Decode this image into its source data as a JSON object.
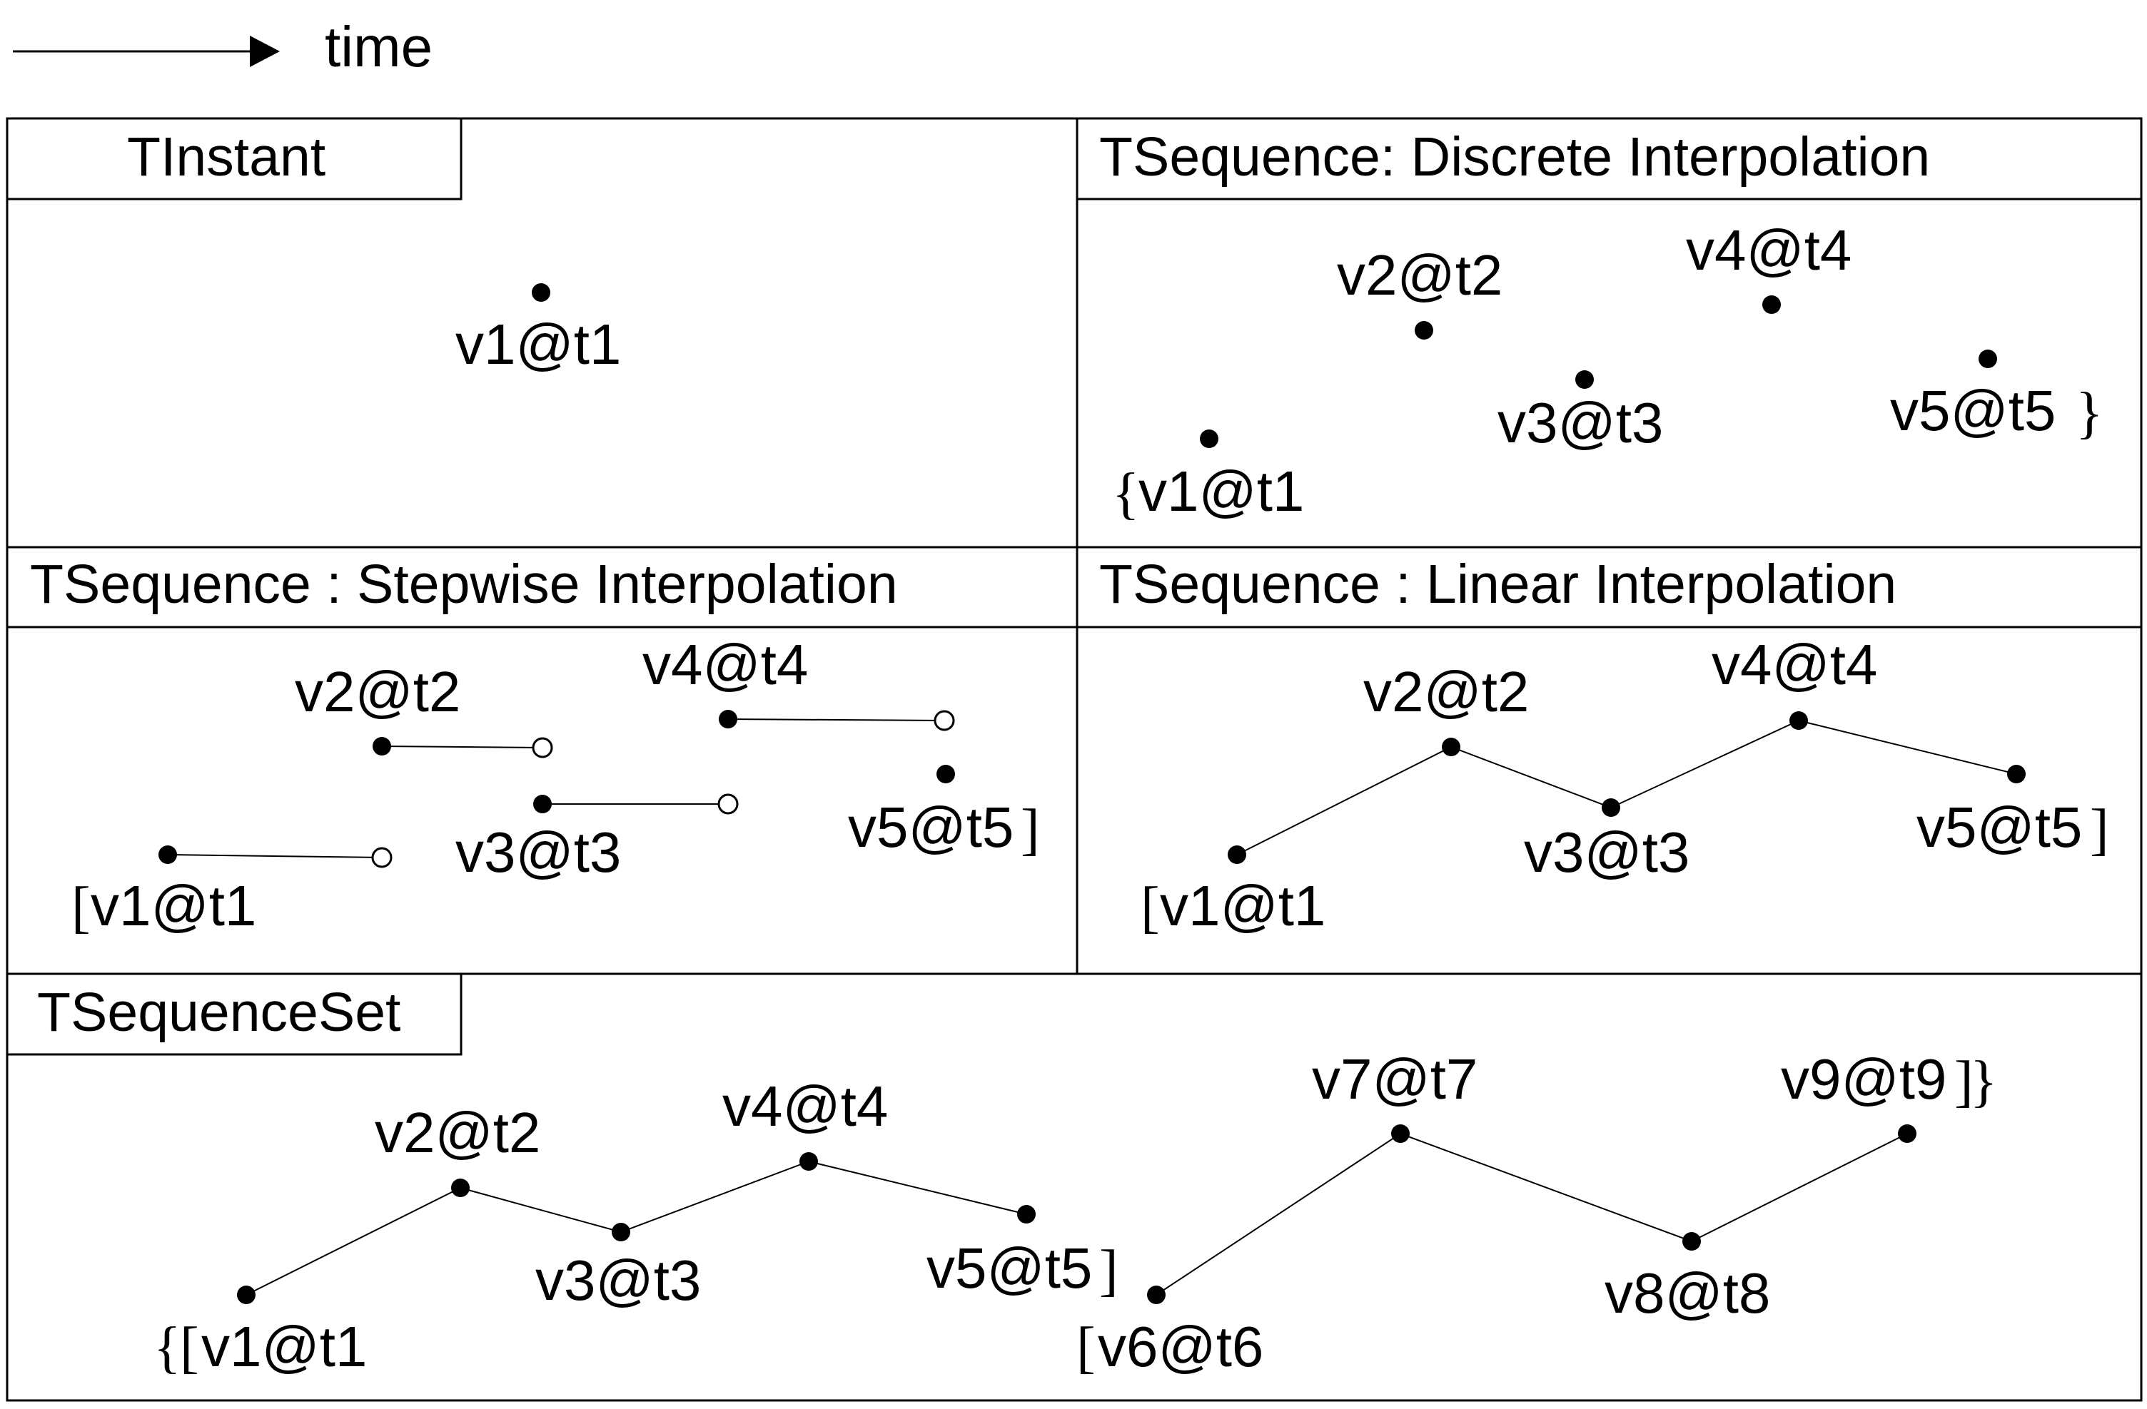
{
  "legend": {
    "label": "time"
  },
  "panels": {
    "tinstant": {
      "title": "TInstant",
      "points": [
        {
          "label": "v1@t1"
        }
      ]
    },
    "discrete": {
      "title": "TSequence: Discrete Interpolation",
      "open_bracket": "{",
      "close_bracket": "}",
      "points": [
        {
          "label": "v1@t1"
        },
        {
          "label": "v2@t2"
        },
        {
          "label": "v3@t3"
        },
        {
          "label": "v4@t4"
        },
        {
          "label": "v5@t5"
        }
      ]
    },
    "stepwise": {
      "title": "TSequence : Stepwise Interpolation",
      "open_bracket": "[",
      "close_bracket": "]",
      "points": [
        {
          "label": "v1@t1"
        },
        {
          "label": "v2@t2"
        },
        {
          "label": "v3@t3"
        },
        {
          "label": "v4@t4"
        },
        {
          "label": "v5@t5"
        }
      ]
    },
    "linear": {
      "title": "TSequence : Linear Interpolation",
      "open_bracket": "[",
      "close_bracket": "]",
      "points": [
        {
          "label": "v1@t1"
        },
        {
          "label": "v2@t2"
        },
        {
          "label": "v3@t3"
        },
        {
          "label": "v4@t4"
        },
        {
          "label": "v5@t5"
        }
      ]
    },
    "sequenceset": {
      "title": "TSequenceSet",
      "open_set": "{",
      "close_set": "}",
      "open_bracket": "[",
      "close_bracket": "]",
      "points": [
        {
          "label": "v1@t1"
        },
        {
          "label": "v2@t2"
        },
        {
          "label": "v3@t3"
        },
        {
          "label": "v4@t4"
        },
        {
          "label": "v5@t5"
        },
        {
          "label": "v6@t6"
        },
        {
          "label": "v7@t7"
        },
        {
          "label": "v8@t8"
        },
        {
          "label": "v9@t9"
        }
      ]
    }
  }
}
